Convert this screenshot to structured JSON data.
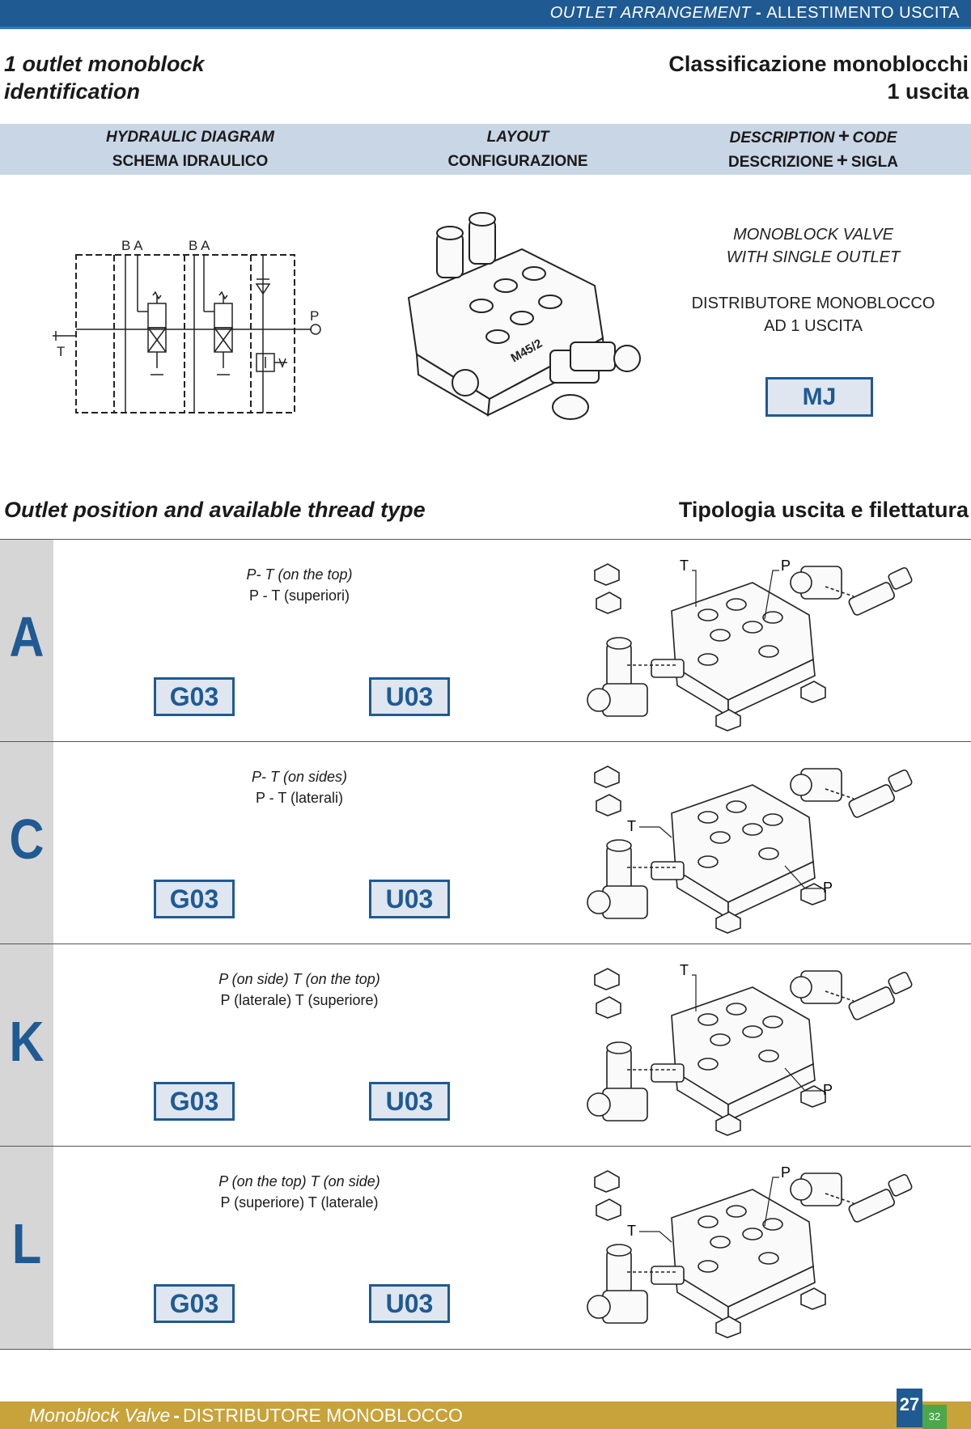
{
  "banner": {
    "en": "OUTLET ARRANGEMENT",
    "sep": "-",
    "it": "ALLESTIMENTO USCITA"
  },
  "title": {
    "en_line1": "1 outlet monoblock",
    "en_line2": "identification",
    "it_line1": "Classificazione monoblocchi",
    "it_line2": "1 uscita"
  },
  "columns": {
    "hydraulic": {
      "en": "HYDRAULIC DIAGRAM",
      "it": "SCHEMA IDRAULICO"
    },
    "layout": {
      "en": "LAYOUT",
      "it": "CONFIGURAZIONE"
    },
    "description": {
      "en_a": "DESCRIPTION",
      "en_b": "CODE",
      "it_a": "DESCRIZIONE",
      "it_b": "SIGLA",
      "plus": "+"
    }
  },
  "diagram_labels": {
    "ba1": "B A",
    "ba2": "B A",
    "p": "P",
    "t": "T"
  },
  "layout_marking": "M45/2",
  "description": {
    "en_line1": "MONOBLOCK VALVE",
    "en_line2": "WITH SINGLE OUTLET",
    "it_line1": "DISTRIBUTORE MONOBLOCCO",
    "it_line2": "AD 1 USCITA",
    "code": "MJ"
  },
  "section": {
    "en": "Outlet position and available thread type",
    "it": "Tipologia uscita e filettatura"
  },
  "rows": [
    {
      "letter": "A",
      "en": "P- T (on the top)",
      "it": "P - T (superiori)",
      "code1": "G03",
      "code2": "U03",
      "label_t": "T",
      "label_p": "P"
    },
    {
      "letter": "C",
      "en": "P- T (on sides)",
      "it": "P - T (laterali)",
      "code1": "G03",
      "code2": "U03",
      "label_t": "T",
      "label_p": "P"
    },
    {
      "letter": "K",
      "en": "P (on side) T (on the top)",
      "it": "P (laterale) T (superiore)",
      "code1": "G03",
      "code2": "U03",
      "label_t": "T",
      "label_p": "P"
    },
    {
      "letter": "L",
      "en": "P (on the top) T (on side)",
      "it": "P (superiore) T (laterale)",
      "code1": "G03",
      "code2": "U03",
      "label_t": "T",
      "label_p": "P"
    }
  ],
  "footer": {
    "en": "Monoblock Valve",
    "sep": "-",
    "it": "DISTRIBUTORE MONOBLOCCO",
    "page": "27",
    "page_sub": "32"
  },
  "colors": {
    "brand_blue": "#1f5a93",
    "header_band": "#c9d6e6",
    "footer_gold": "#c8a23a",
    "letter_band": "#d6d6d6"
  }
}
